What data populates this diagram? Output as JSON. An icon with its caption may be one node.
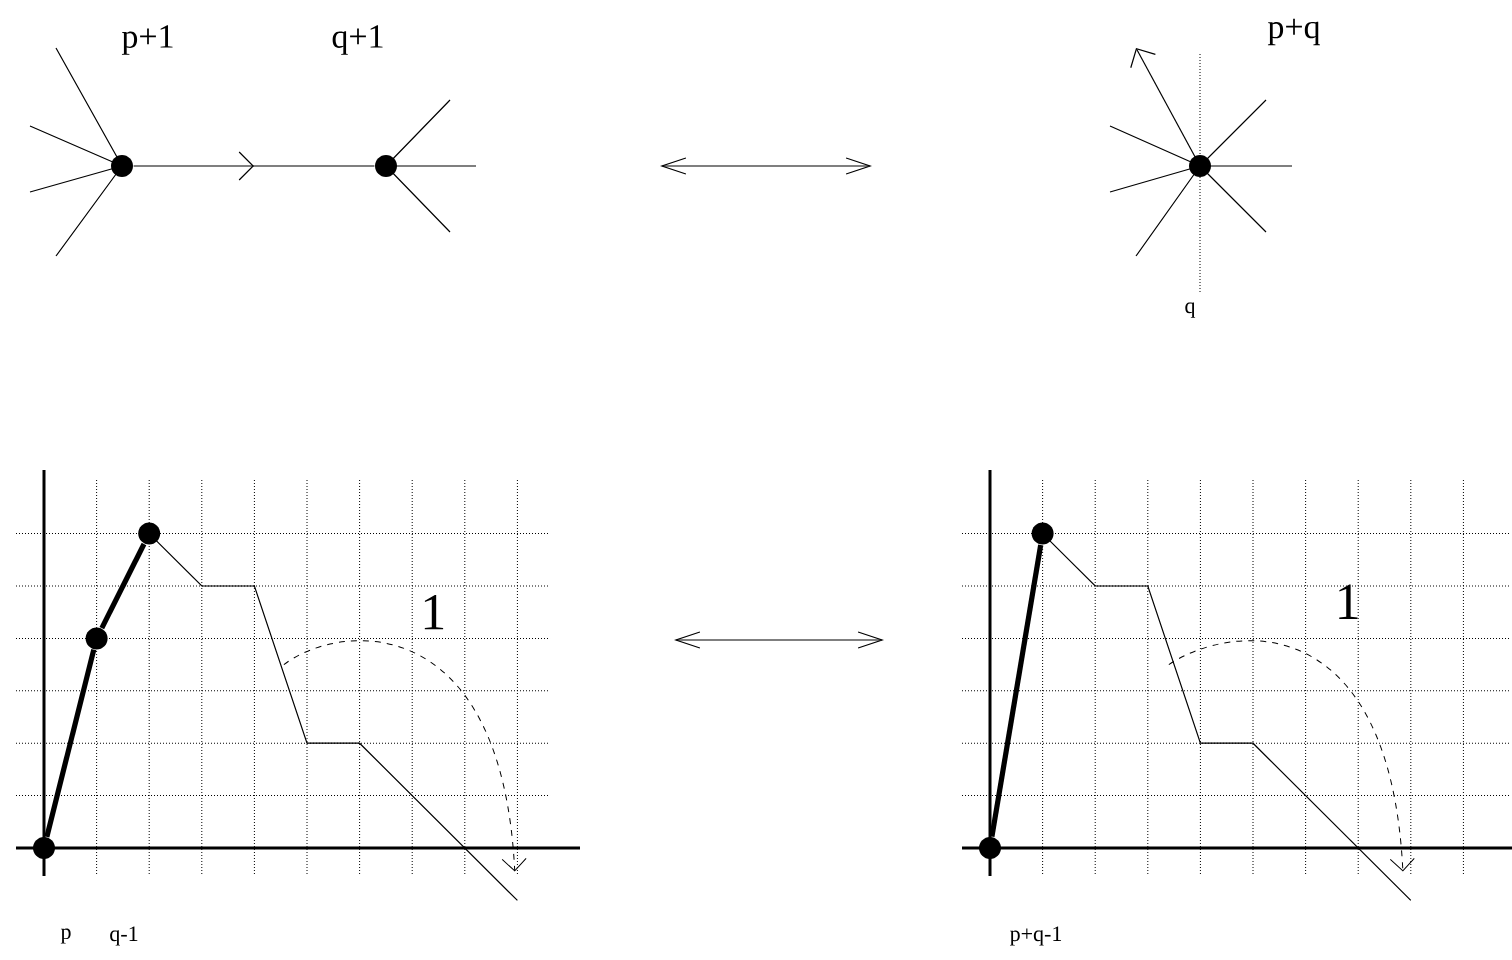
{
  "diagram": {
    "nodes": [
      {
        "text": [],
        "shape": "circle",
        "beside": [
          "p+1"
        ]
      },
      {
        "text": [],
        "shape": "circle",
        "beside": [
          "q+1"
        ]
      },
      {
        "text": [],
        "shape": "circle",
        "beside": [
          "p+q"
        ]
      },
      {
        "text": [],
        "shape": "circle"
      },
      {
        "text": [],
        "shape": "circle"
      },
      {
        "text": [],
        "shape": "circle"
      },
      {
        "text": [],
        "shape": "circle"
      },
      {
        "text": [],
        "shape": "circle"
      }
    ],
    "edges": [
      {
        "from": 0,
        "to": 1,
        "arrow": "to"
      },
      {
        "from": 3,
        "to": 4,
        "arrow": "none"
      },
      {
        "from": 4,
        "to": 5,
        "arrow": "none"
      },
      {
        "from": 6,
        "to": 7,
        "arrow": "none"
      }
    ],
    "labels": [
      "q",
      "1",
      "p",
      "q-1",
      "1",
      "p+q-1"
    ]
  }
}
